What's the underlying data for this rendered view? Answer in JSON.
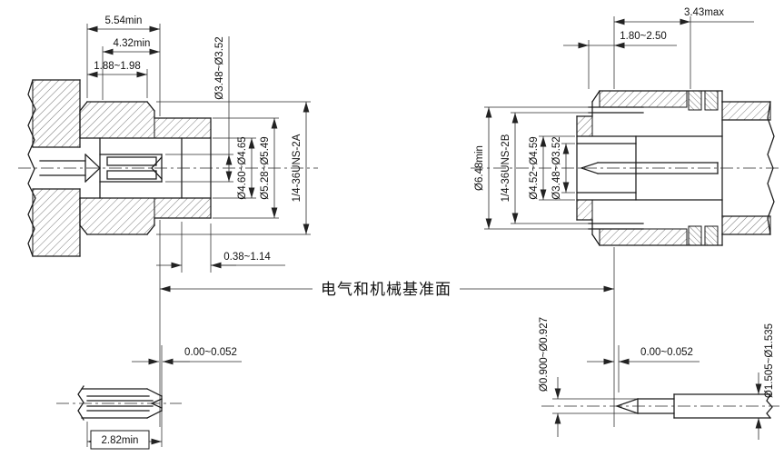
{
  "drawing": {
    "reference_plane_label": "电气和机械基准面",
    "left_view": {
      "dim_top_1": "5.54min",
      "dim_top_2": "4.32min",
      "dim_top_3": "1.88~1.98",
      "dia_socket": "Ø3.48~Ø3.52",
      "dia_bore": "Ø4.60~Ø4.65",
      "dia_thread": "Ø5.28~Ø5.49",
      "thread_spec": "1/4-36UNS-2A",
      "dim_recess": "0.38~1.14",
      "dim_offset": "0.00~0.052",
      "dim_contact_length": "2.82min"
    },
    "right_view": {
      "dim_top_1": "3.43max",
      "dim_top_2": "1.80~2.50",
      "dia_outer": "Ø6.48min",
      "thread_spec": "1/4-36UNS-2B",
      "dia_bore": "Ø4.52~Ø4.59",
      "dia_inner": "Ø3.48~Ø3.52",
      "dia_pin_tip": "Ø0.900~Ø0.927",
      "dim_offset": "0.00~0.052",
      "dia_pin_shaft": "Ø1.505~Ø1.535"
    }
  }
}
